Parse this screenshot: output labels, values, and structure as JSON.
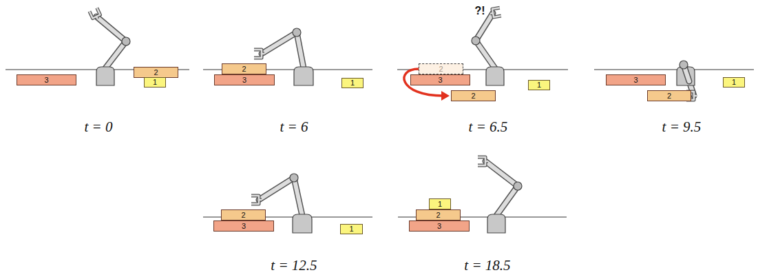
{
  "diagram": {
    "nodes": [
      {
        "text": [
          "3"
        ]
      },
      {
        "text": [
          "2"
        ]
      },
      {
        "text": [
          "1"
        ]
      },
      {
        "text": [
          "2"
        ]
      },
      {
        "text": [
          "3"
        ]
      },
      {
        "text": [
          "1"
        ]
      },
      {
        "text": [
          "2"
        ]
      },
      {
        "text": [
          "3"
        ]
      },
      {
        "text": [
          "2"
        ]
      },
      {
        "text": [
          "1"
        ]
      },
      {
        "text": [
          "3"
        ]
      },
      {
        "text": [
          "2"
        ]
      },
      {
        "text": [
          "1"
        ]
      },
      {
        "text": [
          "2"
        ]
      },
      {
        "text": [
          "3"
        ]
      },
      {
        "text": [
          "1"
        ]
      },
      {
        "text": [
          "1"
        ]
      },
      {
        "text": [
          "2"
        ]
      },
      {
        "text": [
          "3"
        ]
      }
    ],
    "edges": [
      {
        "from": 6,
        "to": 8,
        "arrow": "to"
      }
    ],
    "labels": [
      "?!",
      "t = 0",
      "t = 6",
      "t = 6.5",
      "t = 9.5",
      "t = 12.5",
      "t = 18.5"
    ]
  }
}
